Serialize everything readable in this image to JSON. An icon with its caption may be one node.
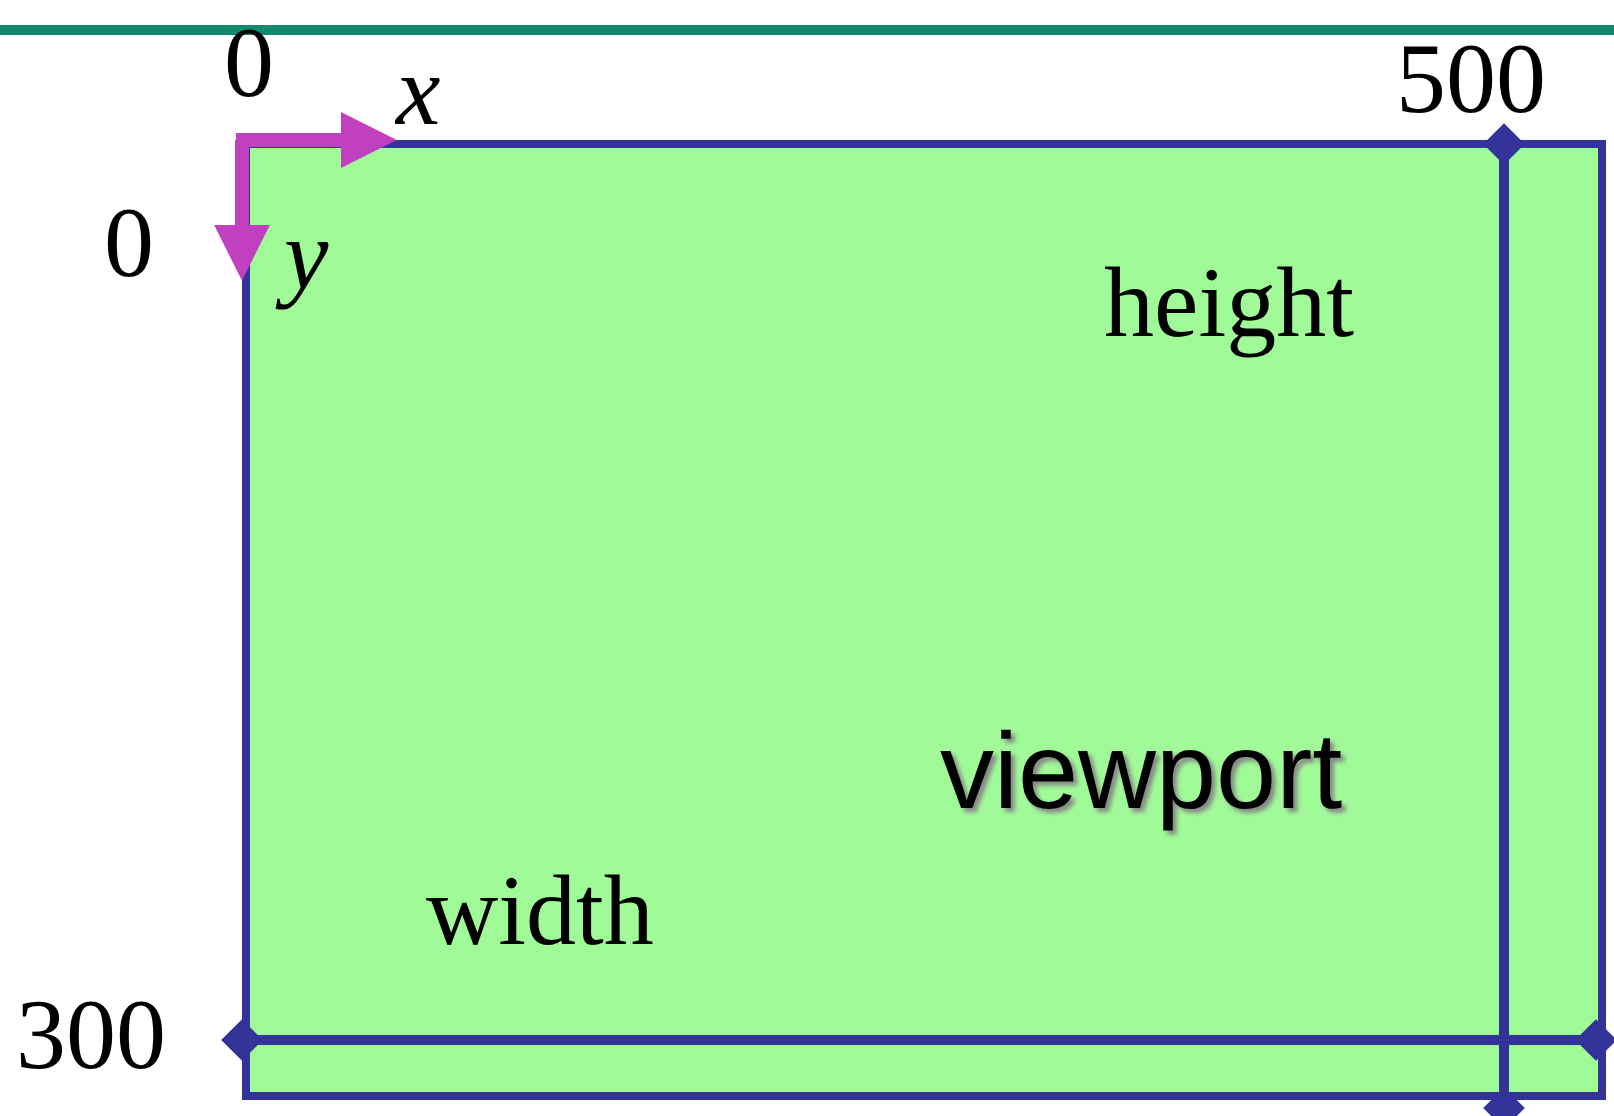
{
  "diagram": {
    "nodes": [
      {
        "text": [
          "viewport"
        ]
      }
    ],
    "edges": [],
    "labels": [
      "0",
      "x",
      "500",
      "0",
      "y",
      "height",
      "width",
      "300"
    ]
  }
}
